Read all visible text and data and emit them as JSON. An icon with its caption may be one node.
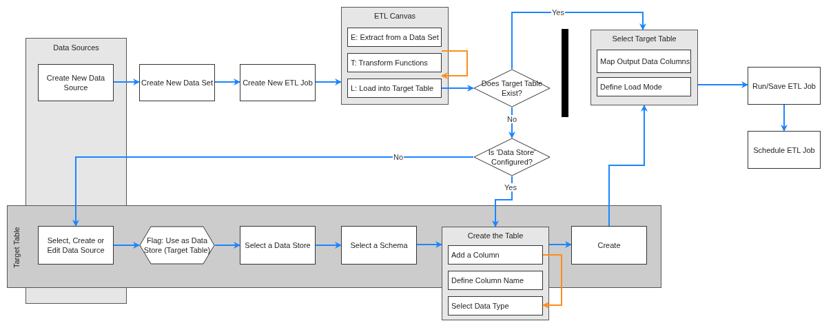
{
  "diagram": {
    "nodes": [
      {
        "text": [
          "Data Sources"
        ]
      },
      {
        "text": [
          "Create New Data Source"
        ],
        "in": 0
      },
      {
        "text": [
          "Create New Data Set"
        ]
      },
      {
        "text": [
          "Create New ETL Job"
        ]
      },
      {
        "text": [
          "ETL Canvas"
        ]
      },
      {
        "text": [
          "E: Extract from a Data Set"
        ],
        "in": 4
      },
      {
        "text": [
          "T: Transform Functions"
        ],
        "in": 4
      },
      {
        "text": [
          "L: Load into Target Table"
        ],
        "in": 4
      },
      {
        "text": [
          "Does Target Table Exist?"
        ]
      },
      {
        "text": [
          "Select Target Table"
        ]
      },
      {
        "text": [
          "Map Output Data Columns"
        ],
        "in": 9
      },
      {
        "text": [
          "Define Load Mode"
        ],
        "in": 9
      },
      {
        "text": [
          "Run/Save ETL Job"
        ]
      },
      {
        "text": [
          "Schedule ETL Job"
        ]
      },
      {
        "text": [
          "Is 'Data Store' Configured?"
        ]
      },
      {
        "text": [
          "Target Table"
        ]
      },
      {
        "text": [
          "Select, Create or Edit Data Source"
        ]
      },
      {
        "text": [
          "Flag: Use as Data Store (Target Table)"
        ],
        "in": 15
      },
      {
        "text": [
          "Select a Data Store"
        ],
        "in": 15
      },
      {
        "text": [
          "Select a Schema"
        ],
        "in": 15
      },
      {
        "text": [
          "Create the Table"
        ]
      },
      {
        "text": [
          "Add a Column"
        ]
      },
      {
        "text": [
          "Define Column Name"
        ]
      },
      {
        "text": [
          "Select Data Type"
        ],
        "in": 20
      },
      {
        "text": [
          "Create"
        ],
        "in": 15
      }
    ],
    "edges": [
      {
        "from": 1,
        "to": 2,
        "arrow": "to"
      },
      {
        "from": 2,
        "to": 3,
        "arrow": "to"
      },
      {
        "from": 3,
        "to": 4,
        "arrow": "to"
      },
      {
        "from": 6,
        "to": 6,
        "arrow": "to",
        "color": "#ff8c1a"
      },
      {
        "from": 7,
        "to": 8,
        "arrow": "to"
      },
      {
        "from": 8,
        "to": 9,
        "arrow": "to",
        "label": "Yes"
      },
      {
        "from": 8,
        "to": 14,
        "arrow": "to",
        "label": "No"
      },
      {
        "from": 14,
        "to": 16,
        "arrow": "to",
        "label": "No"
      },
      {
        "from": 14,
        "to": 20,
        "arrow": "to",
        "label": "Yes"
      },
      {
        "from": 16,
        "to": 17,
        "arrow": "to"
      },
      {
        "from": 17,
        "to": 18,
        "arrow": "to"
      },
      {
        "from": 18,
        "to": 19,
        "arrow": "to"
      },
      {
        "from": 19,
        "to": 20,
        "arrow": "to"
      },
      {
        "from": 20,
        "to": 24,
        "arrow": "to"
      },
      {
        "from": 24,
        "to": 9,
        "arrow": "to"
      },
      {
        "from": 9,
        "to": 12,
        "arrow": "to"
      },
      {
        "from": 12,
        "to": 13,
        "arrow": "to"
      },
      {
        "from": 21,
        "to": 23,
        "arrow": "to",
        "color": "#ff8c1a"
      }
    ]
  }
}
